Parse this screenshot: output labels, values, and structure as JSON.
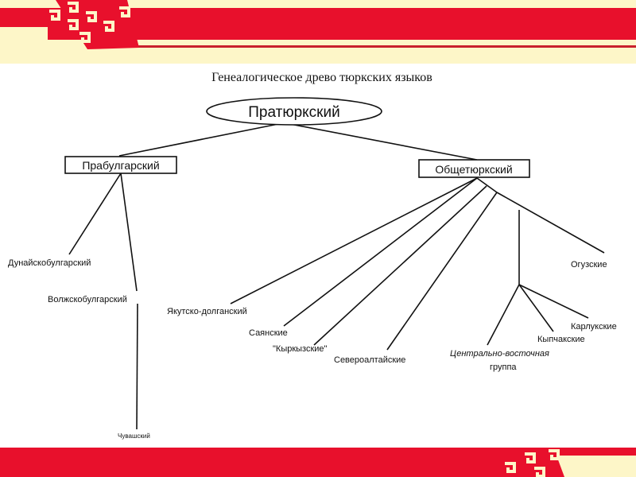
{
  "title": "Генеалогическое древо тюркских языков",
  "root": "Пратюркский",
  "branches": {
    "prabulgar": "Прабулгарский",
    "common": "Общетюркский"
  },
  "leaves": {
    "danube": "Дунайскобулгарский",
    "volga": "Волжскобулгарский",
    "chuvash": "Чувашский",
    "yakut": "Якутско-долганский",
    "sayan": "Саянские",
    "kyrgyz": "\"Кыркызские\"",
    "north_altai": "Североалтайские",
    "oghuz": "Огузские",
    "karluk": "Карлукские",
    "kipchak": "Кыпчакские",
    "central_east_1": "Центрально-восточная",
    "central_east_2": "группа"
  },
  "colors": {
    "red": "#e8102c",
    "cream": "#fdf6c8"
  }
}
